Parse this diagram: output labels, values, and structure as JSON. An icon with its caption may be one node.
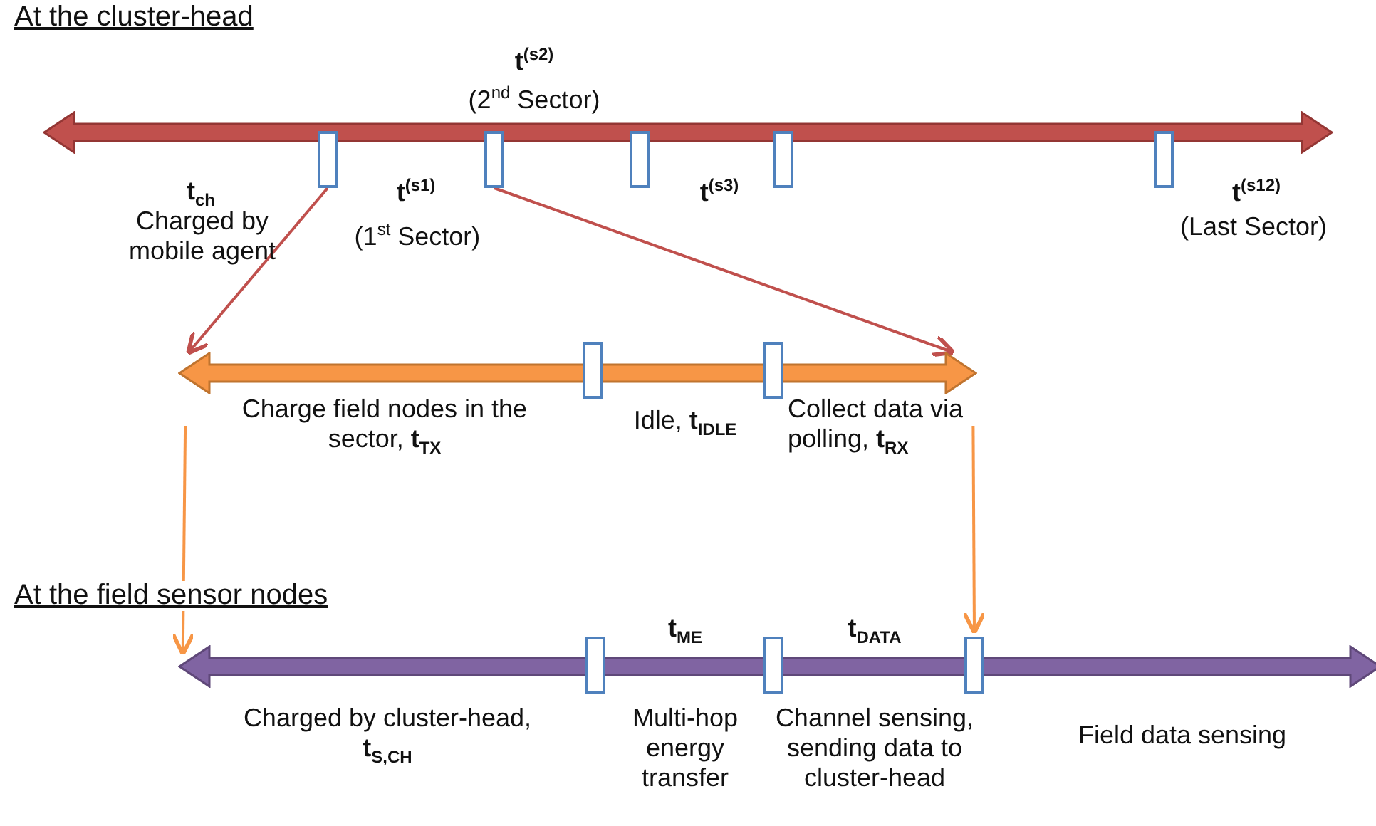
{
  "diagram": {
    "nodes": [
      {
        "text": [],
        "shape": "bar"
      },
      {
        "text": [],
        "shape": "box"
      },
      {
        "text": [],
        "shape": "box"
      },
      {
        "text": [],
        "shape": "box"
      },
      {
        "text": [],
        "shape": "box"
      },
      {
        "text": [],
        "shape": "box"
      },
      {
        "text": [],
        "shape": "bar"
      },
      {
        "text": [],
        "shape": "box"
      },
      {
        "text": [],
        "shape": "box"
      },
      {
        "text": [],
        "shape": "bar"
      },
      {
        "text": [],
        "shape": "box"
      },
      {
        "text": [],
        "shape": "box"
      },
      {
        "text": [],
        "shape": "box"
      }
    ],
    "edges": [
      {
        "from": 1,
        "to": 6,
        "arrow": "to",
        "color": "#c0504d"
      },
      {
        "from": 2,
        "to": 6,
        "arrow": "to",
        "color": "#c0504d"
      },
      {
        "from": 6,
        "to": 9,
        "arrow": "to",
        "color": "#f79646"
      },
      {
        "from": 6,
        "to": 12,
        "arrow": "to",
        "color": "#f79646"
      }
    ],
    "labels": [
      "At the cluster-head",
      "t$^{(s2)}$",
      "(2$^{nd}$ Sector)",
      "t$_{ch}$",
      "Charged by mobile agent",
      "t$^{(s1)}$",
      "(1$^{st}$ Sector)",
      "t$^{(s3)}$",
      "t$^{(s12)}$",
      "(Last Sector)",
      "Charge field nodes in the sector, **t**$_{TX}$",
      "Idle, **t**$_{IDLE}$",
      "Collect data via polling, **t**$_{RX}$",
      "At the field sensor nodes",
      "t$_{ME}$",
      "t$_{DATA}$",
      "Charged by cluster-head, **t**$_{S,CH}$",
      "Multi-hop energy transfer",
      "Channel sensing, sending data to cluster-head",
      "Field data sensing"
    ]
  }
}
